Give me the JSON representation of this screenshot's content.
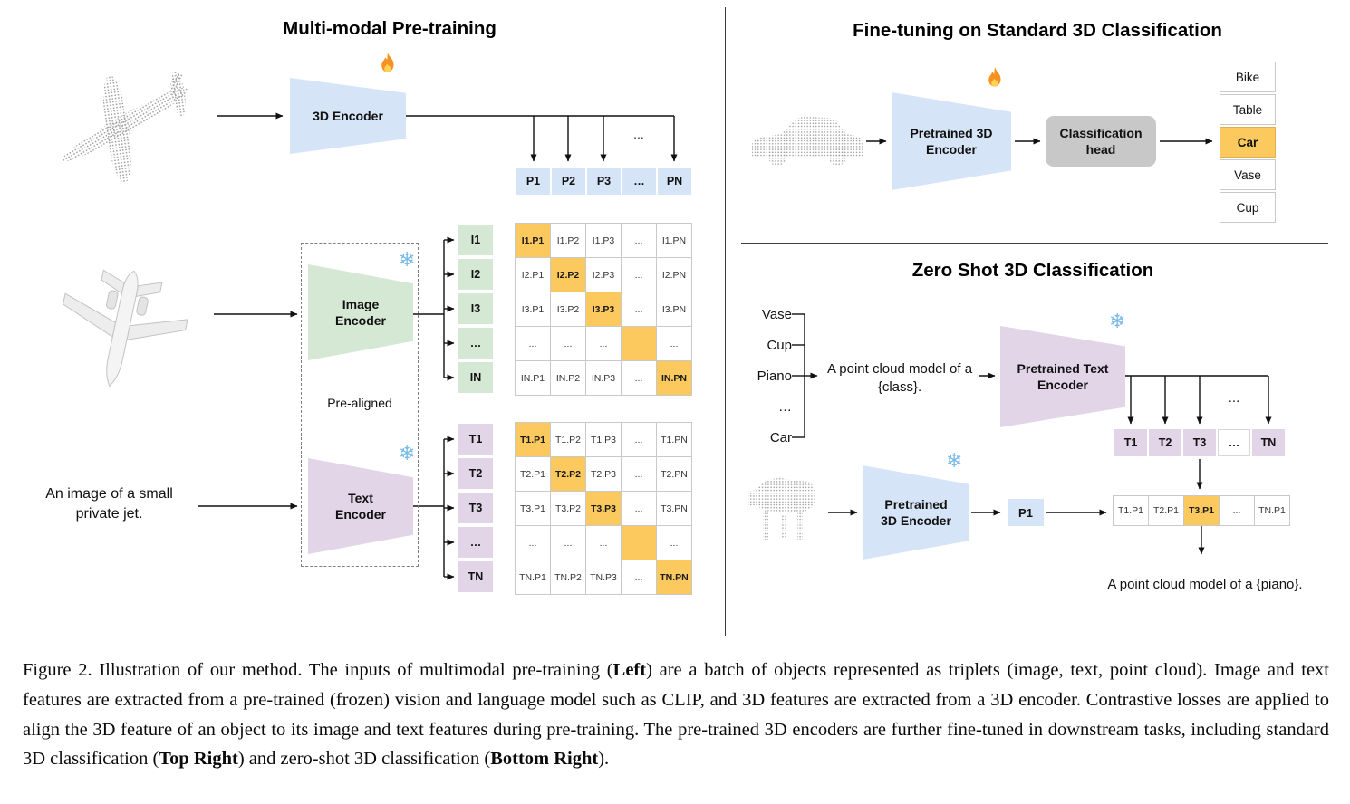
{
  "icons": {
    "snowflake": "❄"
  },
  "ellipsis": "...",
  "left": {
    "title": "Multi-modal Pre-training",
    "encoder_3d_label": "3D Encoder",
    "image_encoder_label": "Image Encoder",
    "text_encoder_label": "Text Encoder",
    "pre_aligned_label": "Pre-aligned",
    "input_text": "An image of a small private jet.",
    "p_header": [
      "P1",
      "P2",
      "P3",
      "…",
      "PN"
    ],
    "i_col": [
      "I1",
      "I2",
      "I3",
      "…",
      "IN"
    ],
    "t_col": [
      "T1",
      "T2",
      "T3",
      "…",
      "TN"
    ],
    "i_matrix": [
      [
        "I1.P1",
        "I1.P2",
        "I1.P3",
        "...",
        "I1.PN"
      ],
      [
        "I2.P1",
        "I2.P2",
        "I2.P3",
        "...",
        "I2.PN"
      ],
      [
        "I3.P1",
        "I3.P2",
        "I3.P3",
        "...",
        "I3.PN"
      ],
      [
        "...",
        "...",
        "...",
        "",
        "..."
      ],
      [
        "IN.P1",
        "IN.P2",
        "IN.P3",
        "...",
        "IN.PN"
      ]
    ],
    "t_matrix": [
      [
        "T1.P1",
        "T1.P2",
        "T1.P3",
        "...",
        "T1.PN"
      ],
      [
        "T2.P1",
        "T2.P2",
        "T2.P3",
        "...",
        "T2.PN"
      ],
      [
        "T3.P1",
        "T3.P2",
        "T3.P3",
        "...",
        "T3.PN"
      ],
      [
        "...",
        "...",
        "...",
        "",
        "..."
      ],
      [
        "TN.P1",
        "TN.P2",
        "TN.P3",
        "...",
        "TN.PN"
      ]
    ]
  },
  "top_right": {
    "title": "Fine-tuning on Standard 3D Classification",
    "encoder_label": "Pretrained 3D Encoder",
    "head_label": "Classification head",
    "classes": [
      "Bike",
      "Table",
      "Car",
      "Vase",
      "Cup"
    ]
  },
  "bottom_right": {
    "title": "Zero Shot 3D Classification",
    "class_words": [
      "Vase",
      "Cup",
      "Piano",
      "…",
      "Car"
    ],
    "prompt": "A point cloud model of a {class}.",
    "text_encoder_label": "Pretrained Text Encoder",
    "encoder_3d_label": "Pretrained 3D Encoder",
    "t_row": [
      "T1",
      "T2",
      "T3",
      "…",
      "TN"
    ],
    "p_cell": "P1",
    "tp_row": [
      "T1.P1",
      "T2.P1",
      "T3.P1",
      "...",
      "TN.P1"
    ],
    "result_text": "A point cloud model of a {piano}."
  },
  "caption": {
    "t1": "Figure 2. Illustration of our method. The inputs of multimodal pre-training (",
    "b1": "Left",
    "t2": ") are a batch of objects represented as triplets (image, text, point cloud). Image and text features are extracted from a pre-trained (frozen) vision and language model such as CLIP, and 3D features are extracted from a 3D encoder. Contrastive losses are applied to align the 3D feature of an object to its image and text features during pre-training. The pre-trained 3D encoders are further fine-tuned in downstream tasks, including standard 3D classification (",
    "b2": "Top Right",
    "t3": ") and zero-shot 3D classification (",
    "b3": "Bottom Right",
    "t4": ")."
  }
}
